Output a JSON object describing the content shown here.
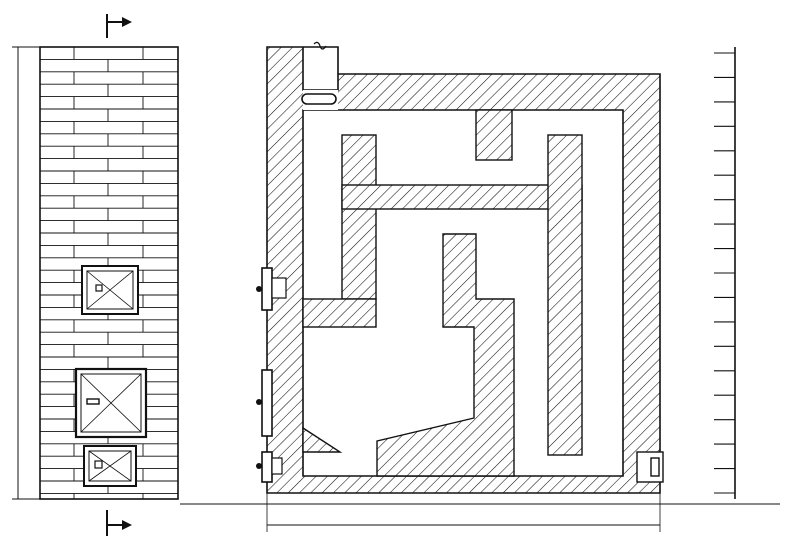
{
  "drawing": {
    "views": [
      "front-elevation",
      "section",
      "brick-course-scale"
    ],
    "colors": {
      "line": "#111111",
      "background": "#ffffff"
    },
    "icons": {
      "cleanout_door": "small-door-icon",
      "firebox_door": "fire-door-icon",
      "ash_door": "ash-door-icon",
      "damper": "damper-valve-icon"
    },
    "scale_ticks": 19
  }
}
